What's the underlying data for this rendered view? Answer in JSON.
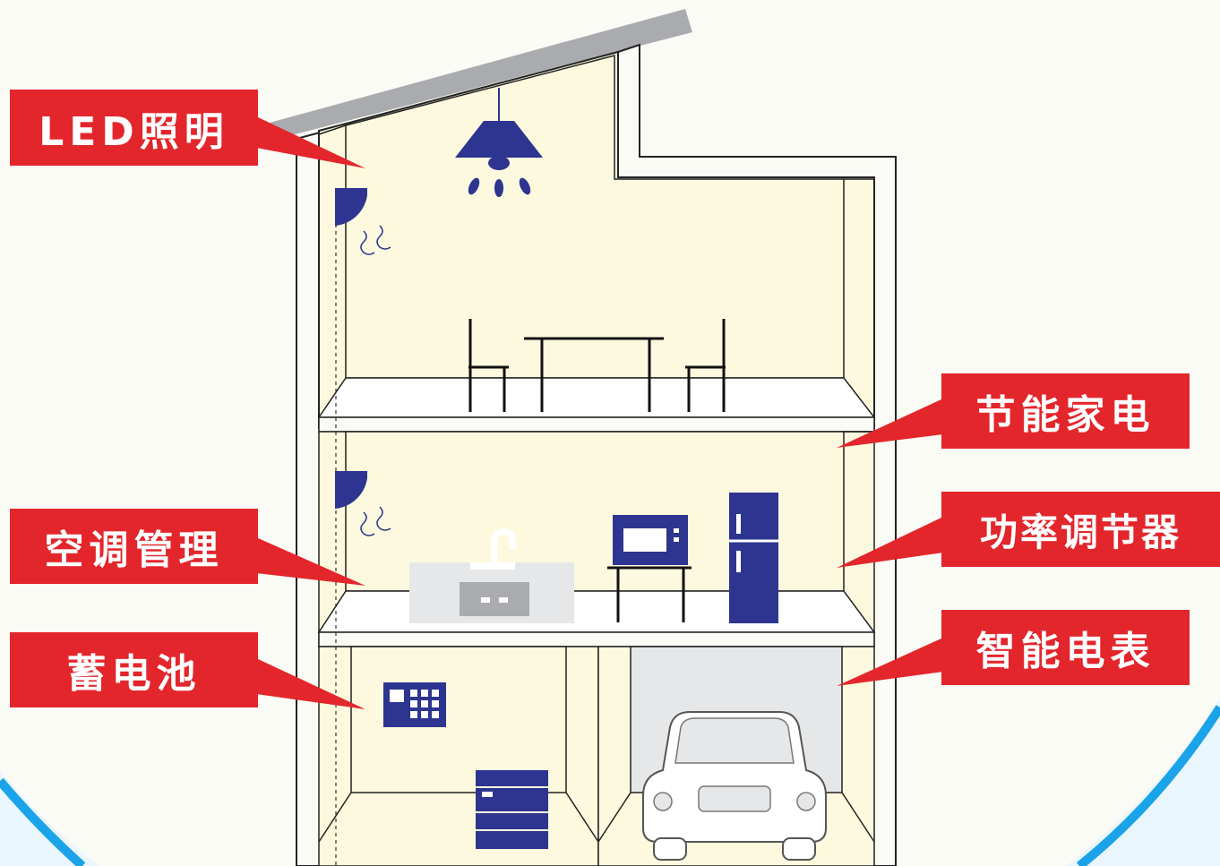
{
  "callouts": {
    "led_lighting": "LED照明",
    "air_conditioning": "空调管理",
    "battery": "蓄电池",
    "energy_saving_appliances": "节能家电",
    "power_conditioner": "功率调节器",
    "smart_meter": "智能电表"
  },
  "colors": {
    "callout_red": "#e3262c",
    "appliance_navy": "#2d3590",
    "wall_cream": "#fdf9de",
    "roof_gray": "#a9abae",
    "accent_blue": "#1aa3e8",
    "background": "#fbfbf6"
  },
  "icons": {
    "lamp": "pendant-lamp-icon",
    "ac_units": "air-conditioner-icon",
    "kitchen": "sink-icon",
    "microwave": "microwave-icon",
    "fridge": "refrigerator-icon",
    "control_panel": "control-panel-icon",
    "battery_unit": "battery-cabinet-icon",
    "car": "car-icon"
  }
}
